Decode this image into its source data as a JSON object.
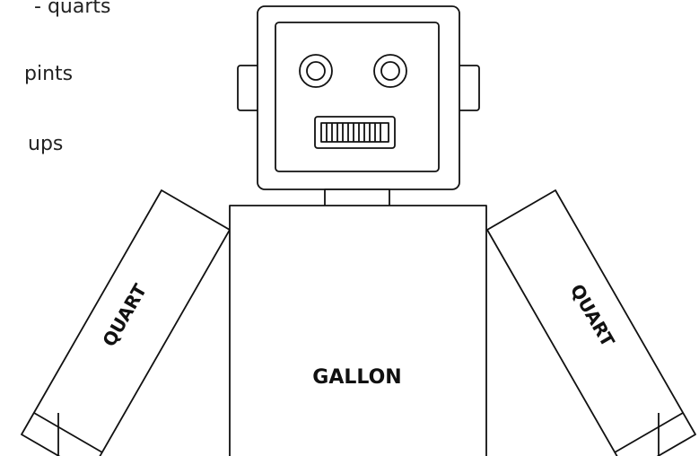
{
  "side_text": {
    "line1": "quarts",
    "line2": "pints",
    "line3": "ups"
  },
  "labels": {
    "left_arm": "QUART",
    "body": "GALLON",
    "right_arm": "QUART"
  },
  "colors": {
    "stroke": "#111111",
    "fill": "#ffffff",
    "text": "#111111"
  }
}
